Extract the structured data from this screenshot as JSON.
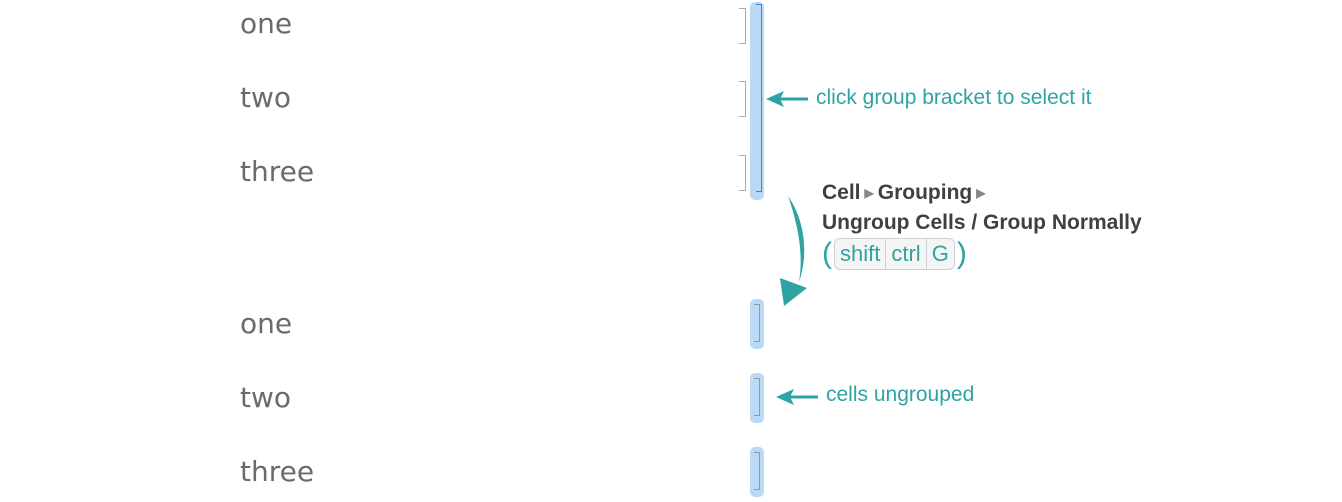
{
  "top_cells": [
    "one",
    "two",
    "three"
  ],
  "bottom_cells": [
    "one",
    "two",
    "three"
  ],
  "annotations": {
    "select": "click group bracket to select it",
    "ungrouped": "cells ungrouped"
  },
  "menu": {
    "path": [
      "Cell",
      "Grouping",
      "Ungroup Cells / Group Normally"
    ],
    "shortcut_keys": [
      "shift",
      "ctrl",
      "G"
    ]
  },
  "colors": {
    "accent_teal": "#2fa3a3",
    "selection_blue": "#b9d9f7",
    "bracket_blue": "#3a86d8"
  }
}
